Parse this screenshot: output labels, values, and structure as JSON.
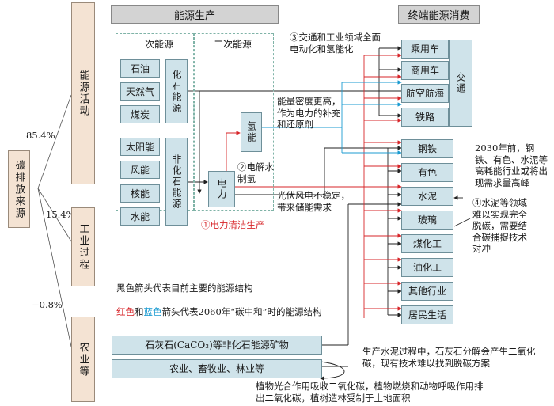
{
  "source_box": "碳排放来源",
  "percent_energy": "85.4%",
  "percent_industry": "15.4%",
  "percent_agri": "−0.8%",
  "cat_energy": "能源活动",
  "cat_industry": "工业过程",
  "cat_agri": "农业等",
  "header_production": "能源生产",
  "header_consumption": "终端能源消费",
  "primary_title": "一次能源",
  "secondary_title": "二次能源",
  "fossil": [
    "石油",
    "天然气",
    "煤炭"
  ],
  "fossil_label": "化石能源",
  "nonfossil": [
    "太阳能",
    "风能",
    "核能",
    "水能"
  ],
  "nonfossil_label": "非化石能源",
  "electricity": "电力",
  "hydrogen": "氢能",
  "note_clean_power": "①电力清洁生产",
  "note_electrolysis": "②电解水制氢",
  "note_transport": "③交通和工业领域全面电动化和氢能化",
  "note_density": "能量密度更高，作为电力的补充和还原剂",
  "note_pv": "光伏风电不稳定，带来储能需求",
  "transport_label": "交通",
  "transport_items": [
    "乘用车",
    "商用车",
    "航空航海",
    "铁路"
  ],
  "industry_items": [
    "钢铁",
    "有色",
    "水泥",
    "玻璃",
    "煤化工",
    "油化工",
    "其他行业",
    "居民生活"
  ],
  "note_2030": "2030年前，钢铁、有色、水泥等高耗能行业或将出现需求量高峰",
  "note_cement": "④水泥等领域难以实现完全脱碳，需要结合碳捕捉技术对冲",
  "legend_black": "黑色箭头代表目前主要的能源结构",
  "legend_red_word": "红色",
  "legend_and": "和",
  "legend_blue_word": "蓝色",
  "legend_rest": "箭头代表2060年“碳中和”时的能源结构",
  "limestone_box": "石灰石(CaCO₃)等非化石能源矿物",
  "agri_box": "农业、畜牧业、林业等",
  "note_limestone": "生产水泥过程中，石灰石分解会产生二氧化碳，现有技术难以找到脱碳方案",
  "note_photosynthesis": "植物光合作用吸收二氧化碳，植物燃烧和动物呼吸作用排出二氧化碳，植树造林受制于土地面积",
  "colors": {
    "red": "#d7262a",
    "blue": "#1b9bd1",
    "box": "#cfe3ea",
    "beige": "#f4e3d3",
    "header": "#d3d3d3"
  }
}
